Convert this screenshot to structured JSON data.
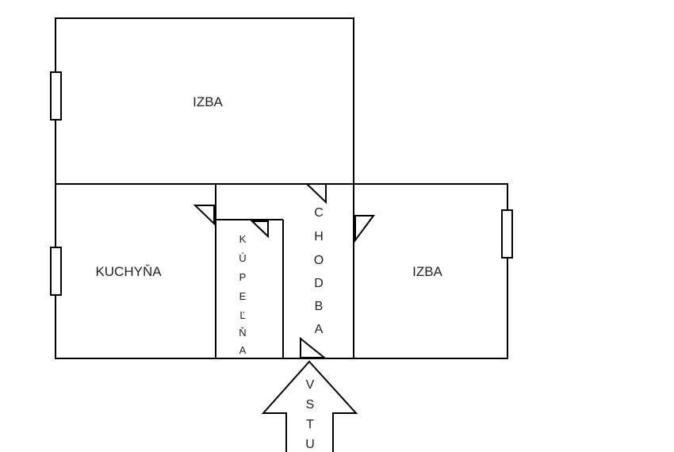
{
  "rooms": {
    "top_room": "IZBA",
    "kitchen": "KUCHYŇA",
    "bathroom": [
      "K",
      "Ú",
      "P",
      "E",
      "Ľ",
      "Ň",
      "A"
    ],
    "hallway": [
      "C",
      "H",
      "O",
      "D",
      "B",
      "A"
    ],
    "right_room": "IZBA"
  },
  "entrance": [
    "V",
    "S",
    "T",
    "U"
  ],
  "colors": {
    "line": "#000000",
    "background": "#ffffff"
  }
}
